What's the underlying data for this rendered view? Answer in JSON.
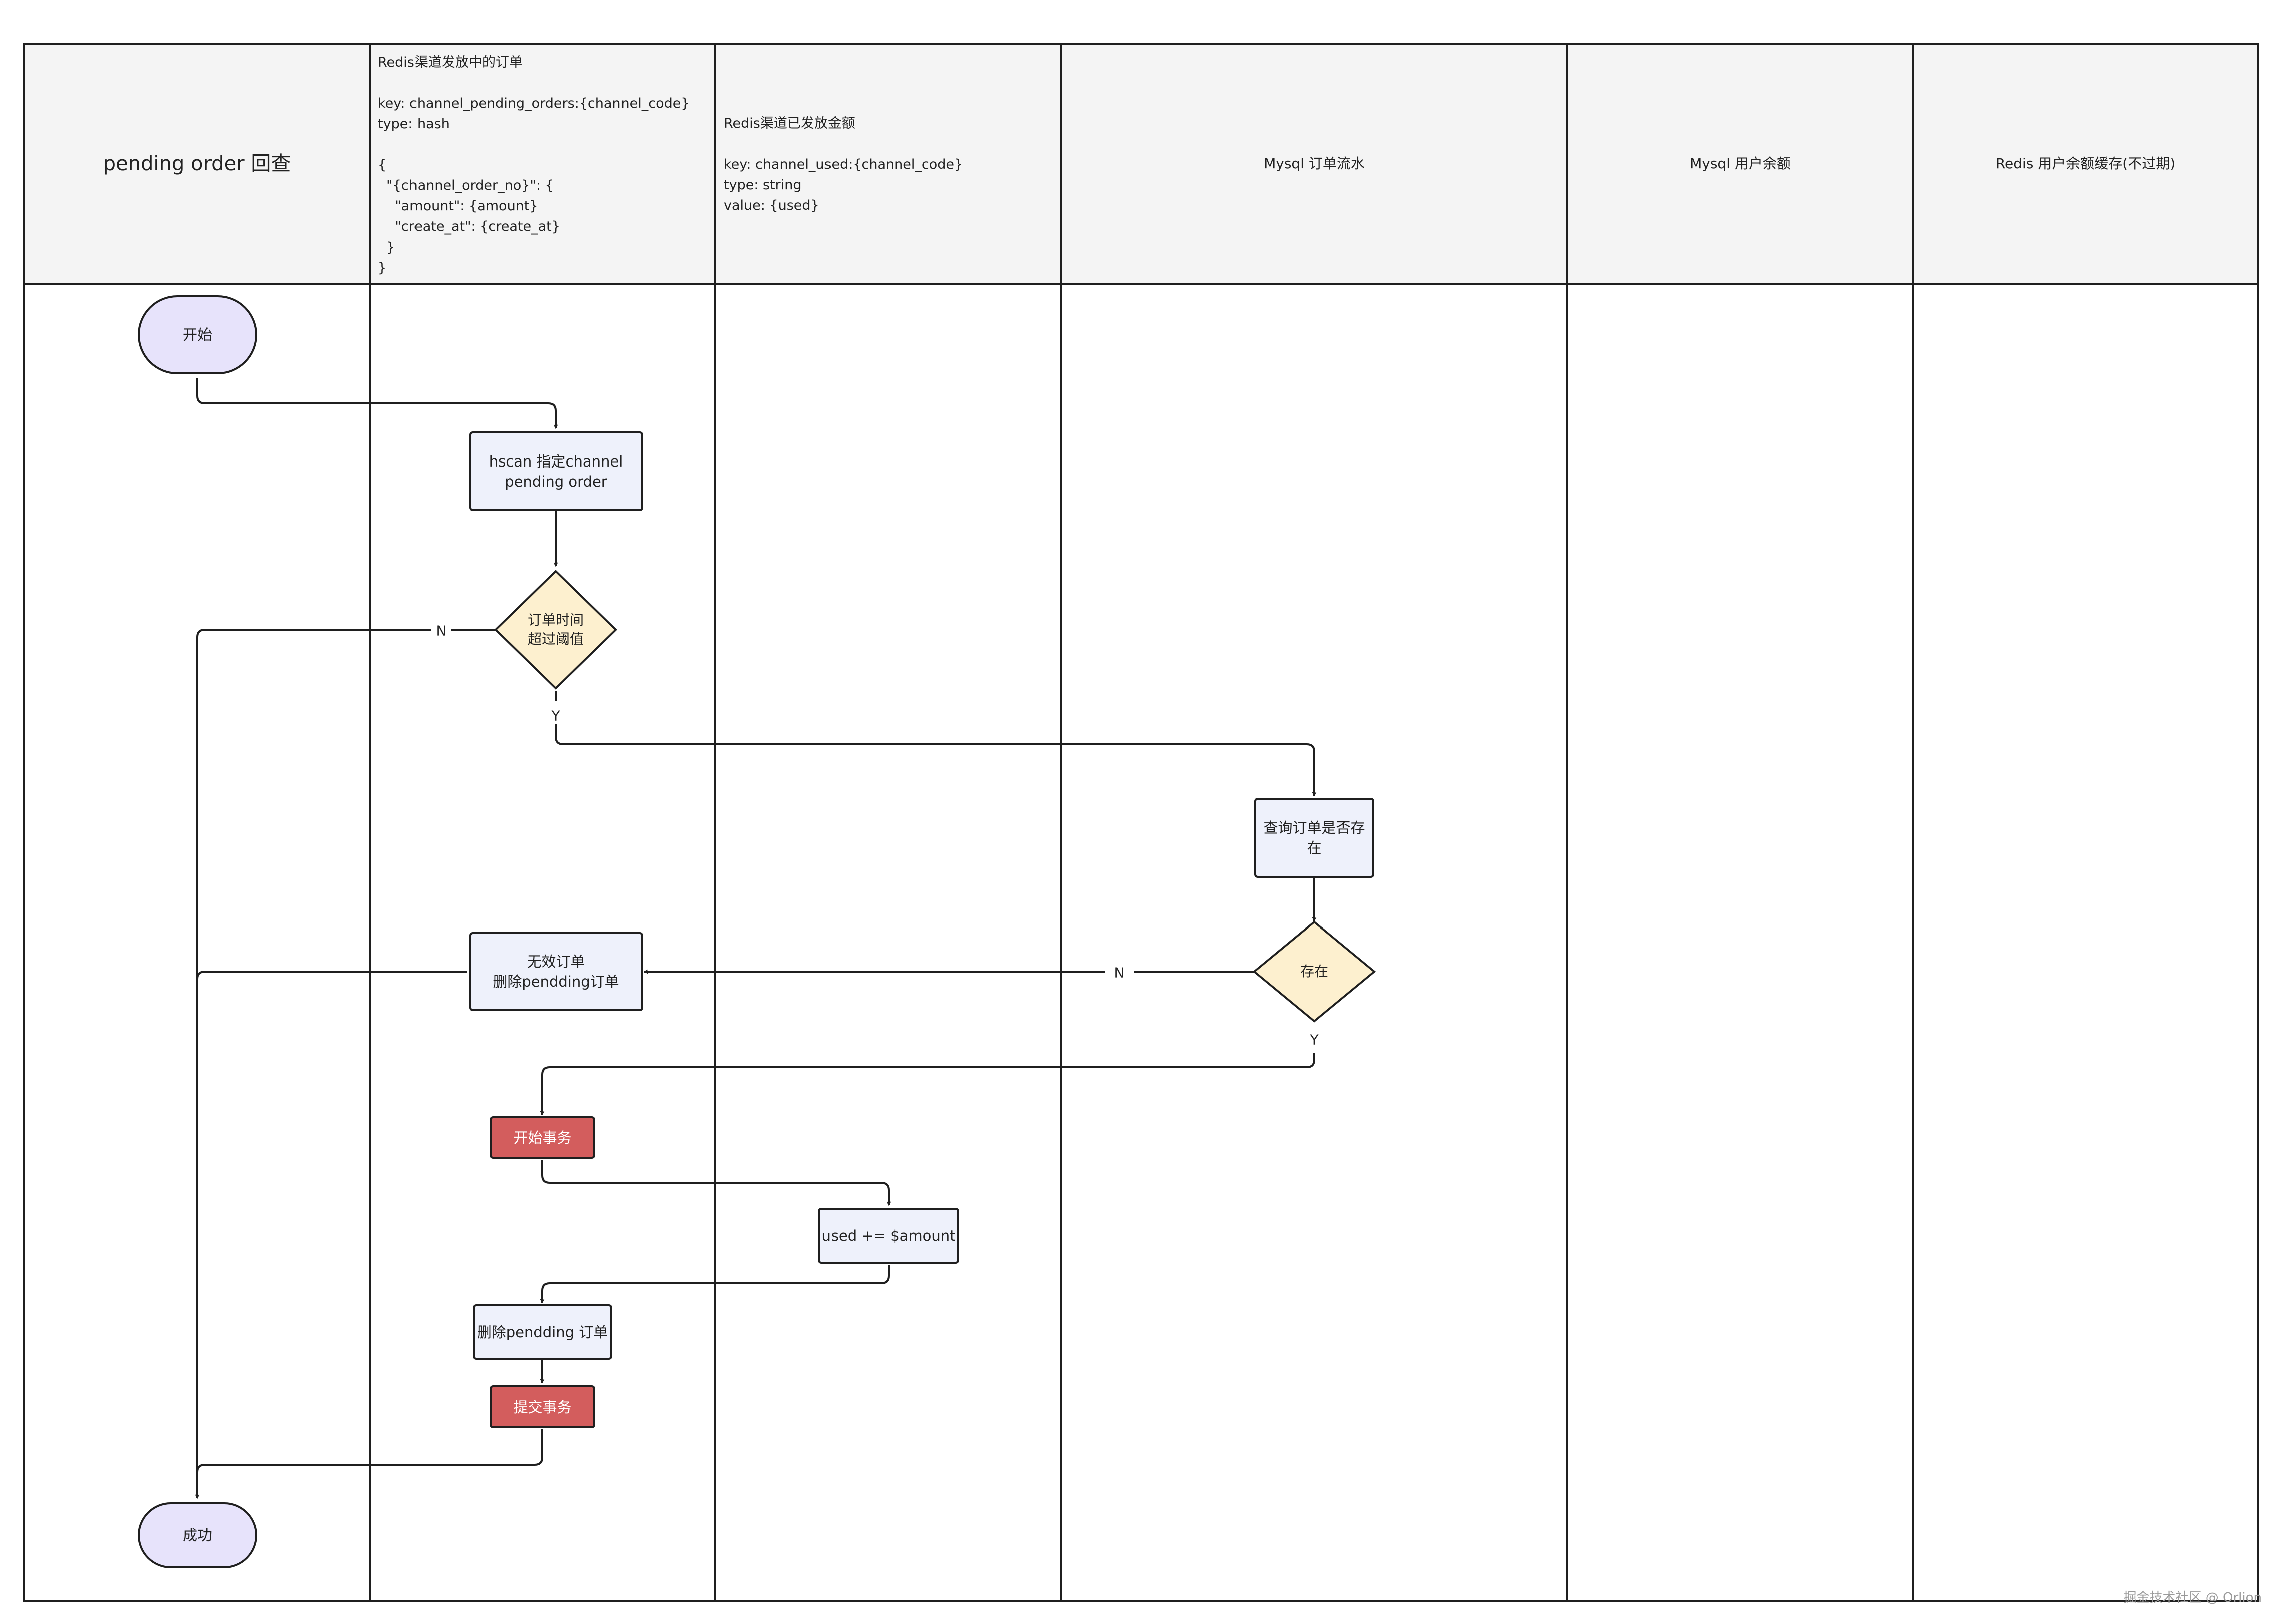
{
  "lanes": [
    {
      "title": "pending order 回查",
      "info": ""
    },
    {
      "title": "",
      "info": "Redis渠道发放中的订单\n\nkey: channel_pending_orders:{channel_code}\ntype: hash\n\n{\n  \"{channel_order_no}\": {\n    \"amount\": {amount}\n    \"create_at\": {create_at}\n  }\n}"
    },
    {
      "title": "",
      "info": "Redis渠道已发放金额\n\nkey: channel_used:{channel_code}\ntype: string\nvalue: {used}"
    },
    {
      "title": "Mysql 订单流水",
      "info": ""
    },
    {
      "title": "Mysql 用户余额",
      "info": ""
    },
    {
      "title": "Redis 用户余额缓存(不过期)",
      "info": ""
    }
  ],
  "nodes": {
    "start": "开始",
    "hscan": "hscan 指定channel\npending order",
    "timeout_check": "订单时间\n超过阈值",
    "query_order": "查询订单是否存\n在",
    "exists_check": "存在",
    "invalid_order": "无效订单\n删除pendding订单",
    "begin_tx": "开始事务",
    "used_add": "used += $amount",
    "delete_pending": "删除pendding 订单",
    "commit_tx": "提交事务",
    "success": "成功"
  },
  "edge_labels": {
    "timeout_no": "N",
    "timeout_yes": "Y",
    "exists_no": "N",
    "exists_yes": "Y"
  },
  "watermark": "掘金技术社区 @ Orlion",
  "colors": {
    "line": "#1f1f1f",
    "header_bg": "#f4f4f4",
    "process_fill": "#eef1fb",
    "terminal_fill": "#e7e3fb",
    "decision_fill": "#fdf0cf",
    "transaction_fill": "#d35d5d"
  }
}
